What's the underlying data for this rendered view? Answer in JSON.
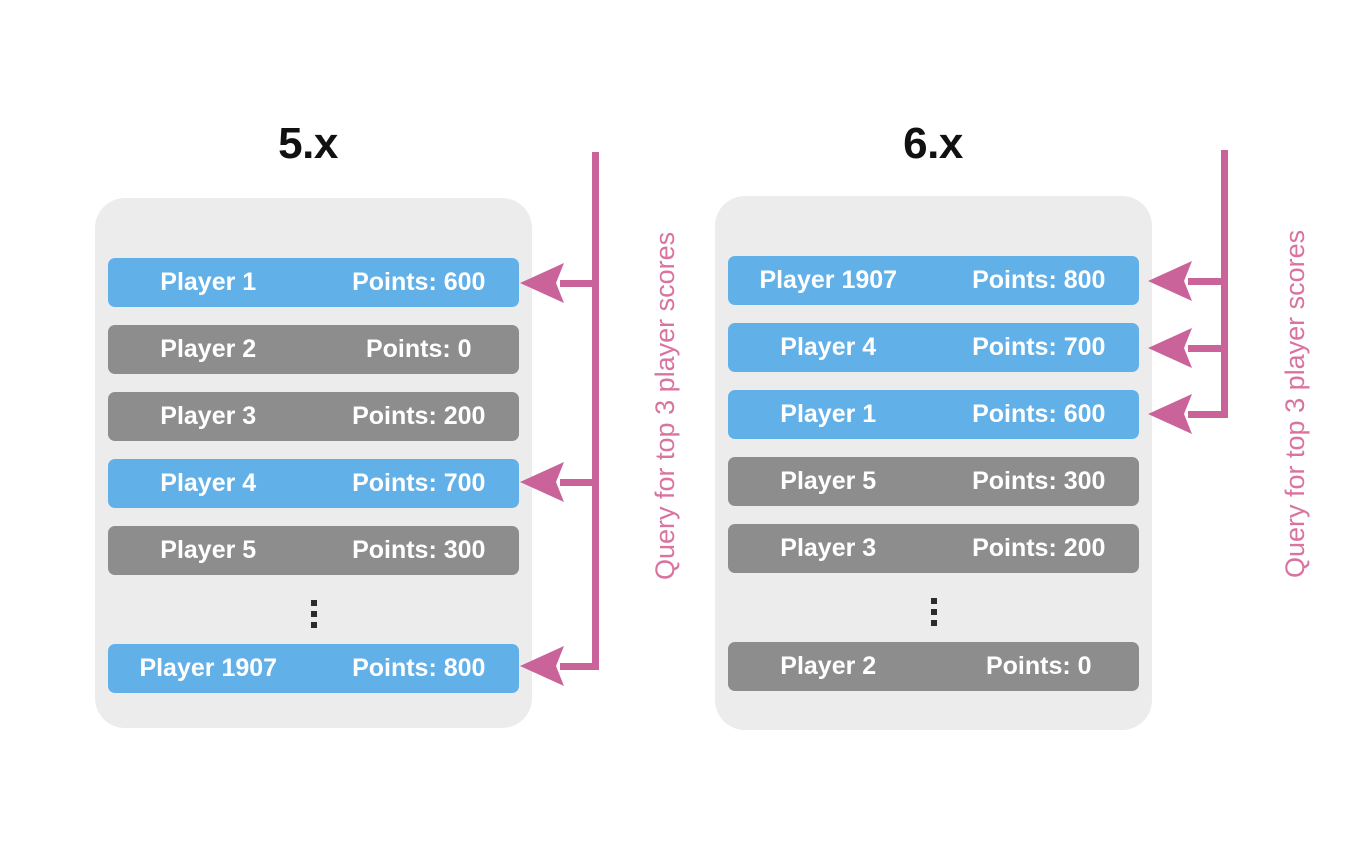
{
  "diagram": {
    "title_left": "5.x",
    "title_right": "6.x",
    "annotation_text": "Query for top 3 player scores",
    "ellipsis_glyph": "vertical-ellipsis",
    "colors": {
      "highlight_blue": "#62b0e8",
      "normal_grey": "#8d8d8d",
      "panel_background": "#ececec",
      "annotation_pink": "#c9639a",
      "annotation_label_pink": "#d9739f",
      "title_black": "#111111",
      "row_text_white": "#ffffff",
      "page_background": "#ffffff"
    }
  },
  "panels": [
    {
      "id": "left",
      "version": "5.x",
      "rows": [
        {
          "name": "Player 1",
          "points": "Points: 600",
          "points_value": 600,
          "highlighted": true,
          "arrow": true
        },
        {
          "name": "Player 2",
          "points": "Points: 0",
          "points_value": 0,
          "highlighted": false,
          "arrow": false
        },
        {
          "name": "Player 3",
          "points": "Points: 200",
          "points_value": 200,
          "highlighted": false,
          "arrow": false
        },
        {
          "name": "Player 4",
          "points": "Points: 700",
          "points_value": 700,
          "highlighted": true,
          "arrow": true
        },
        {
          "name": "Player 5",
          "points": "Points: 300",
          "points_value": 300,
          "highlighted": false,
          "arrow": false
        },
        {
          "name": "ellipsis",
          "points": "",
          "points_value": null,
          "highlighted": false,
          "arrow": false
        },
        {
          "name": "Player 1907",
          "points": "Points: 800",
          "points_value": 800,
          "highlighted": true,
          "arrow": true
        }
      ]
    },
    {
      "id": "right",
      "version": "6.x",
      "rows": [
        {
          "name": "Player 1907",
          "points": "Points: 800",
          "points_value": 800,
          "highlighted": true,
          "arrow": true
        },
        {
          "name": "Player 4",
          "points": "Points: 700",
          "points_value": 700,
          "highlighted": true,
          "arrow": true
        },
        {
          "name": "Player 1",
          "points": "Points: 600",
          "points_value": 600,
          "highlighted": true,
          "arrow": true
        },
        {
          "name": "Player 5",
          "points": "Points: 300",
          "points_value": 300,
          "highlighted": false,
          "arrow": false
        },
        {
          "name": "Player 3",
          "points": "Points: 200",
          "points_value": 200,
          "highlighted": false,
          "arrow": false
        },
        {
          "name": "ellipsis",
          "points": "",
          "points_value": null,
          "highlighted": false,
          "arrow": false
        },
        {
          "name": "Player 2",
          "points": "Points: 0",
          "points_value": 0,
          "highlighted": false,
          "arrow": false
        }
      ]
    }
  ]
}
